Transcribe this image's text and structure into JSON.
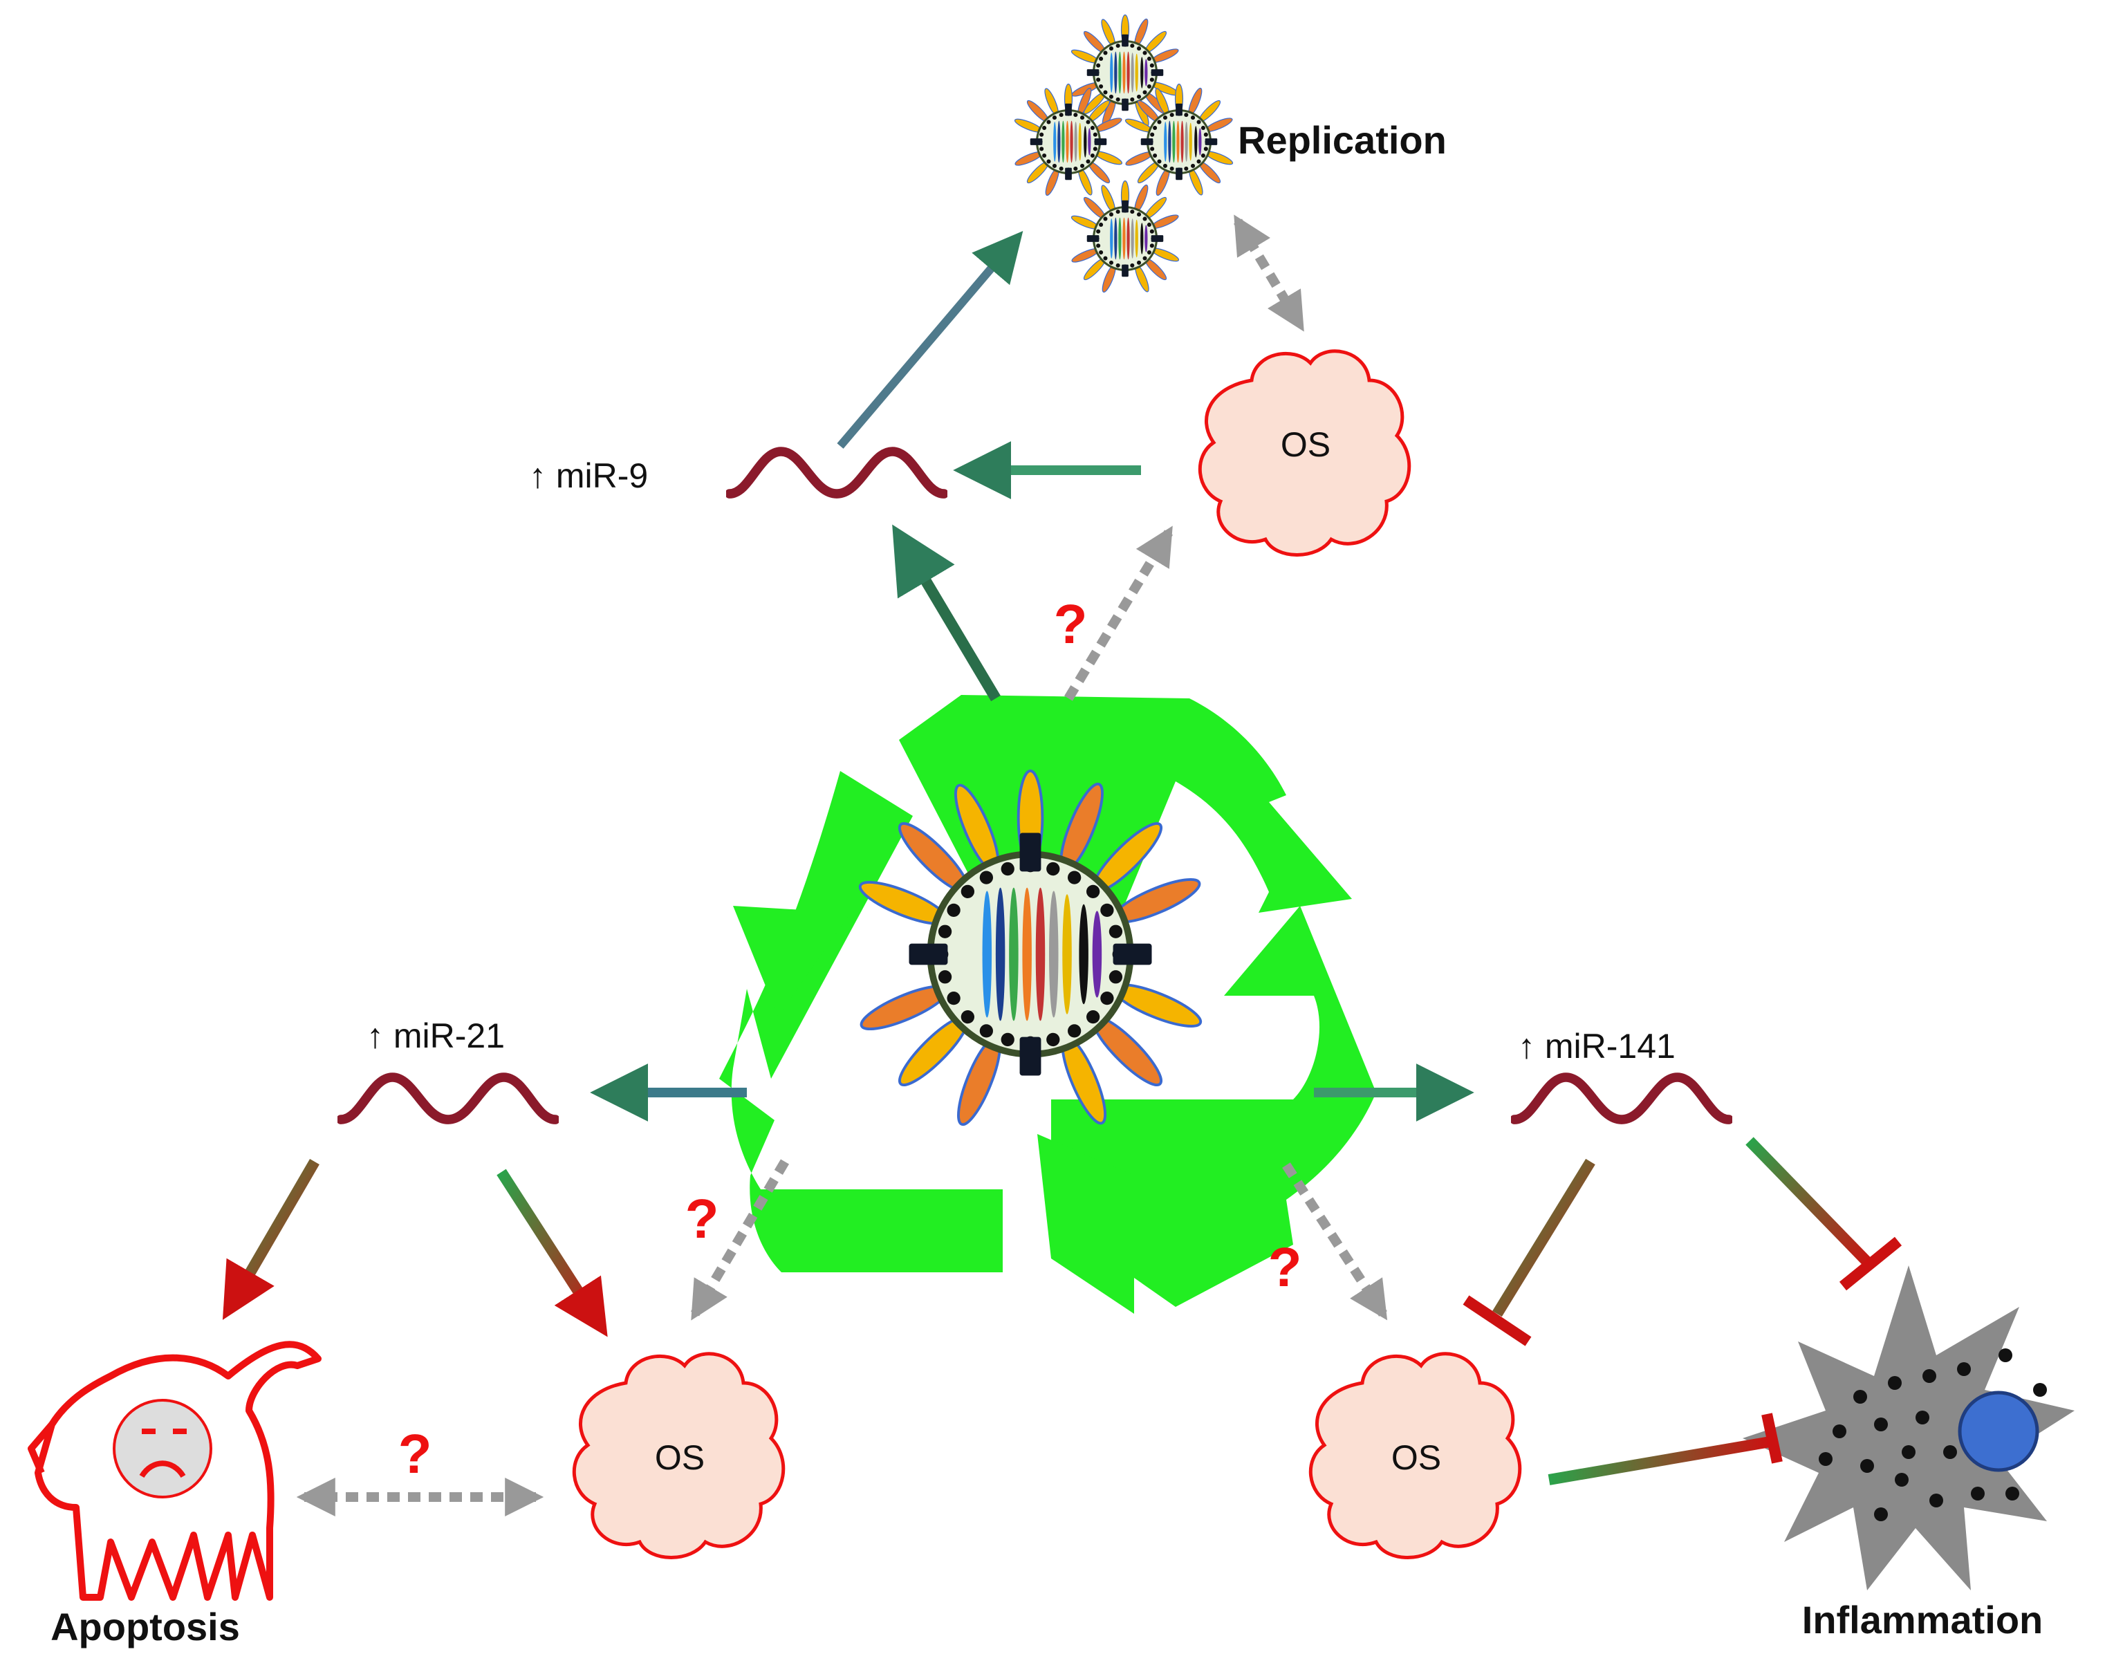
{
  "labels": {
    "replication": "Replication",
    "apoptosis": "Apoptosis",
    "inflammation": "Inflammation",
    "os": "OS",
    "mir9": "↑ miR-9",
    "mir21": "↑ miR-21",
    "mir141": "↑ miR-141",
    "question": "?"
  },
  "colors": {
    "recycle_green": "#22ee22",
    "mirna_wave": "#8b1a2b",
    "os_cloud_fill": "#fbe0d4",
    "os_cloud_stroke": "#ee1111",
    "activation_arrow": "#2e7d5b",
    "unknown_link": "#999999",
    "question_mark": "#ee1111",
    "inhibition_start": "#22aa44",
    "inhibition_end": "#cc1111",
    "apoptotic_cell": "#ee1111",
    "inflammatory_cell": "#8a8a8a",
    "inflammatory_nucleus": "#3d6fd0"
  },
  "icons": {
    "center": "virus-in-recycle-icon",
    "replication": "virus-cluster-icon",
    "apoptosis": "apoptotic-cell-icon",
    "inflammation": "inflammatory-cell-icon"
  }
}
